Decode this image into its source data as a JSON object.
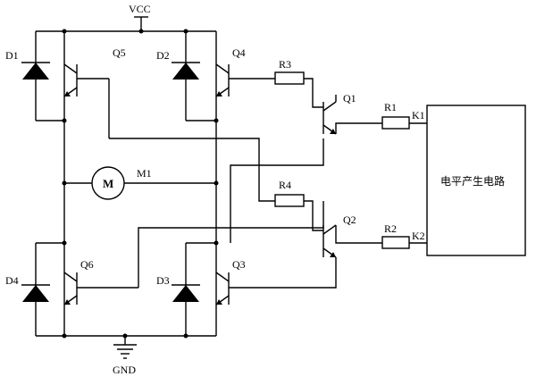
{
  "labels": {
    "vcc": "VCC",
    "gnd": "GND",
    "d1": "D1",
    "d2": "D2",
    "d3": "D3",
    "d4": "D4",
    "q1": "Q1",
    "q2": "Q2",
    "q3": "Q3",
    "q4": "Q4",
    "q5": "Q5",
    "q6": "Q6",
    "r1": "R1",
    "r2": "R2",
    "r3": "R3",
    "r4": "R4",
    "k1": "K1",
    "k2": "K2",
    "m1": "M1",
    "motor_symbol": "M",
    "level_block": "电平产生电路"
  }
}
